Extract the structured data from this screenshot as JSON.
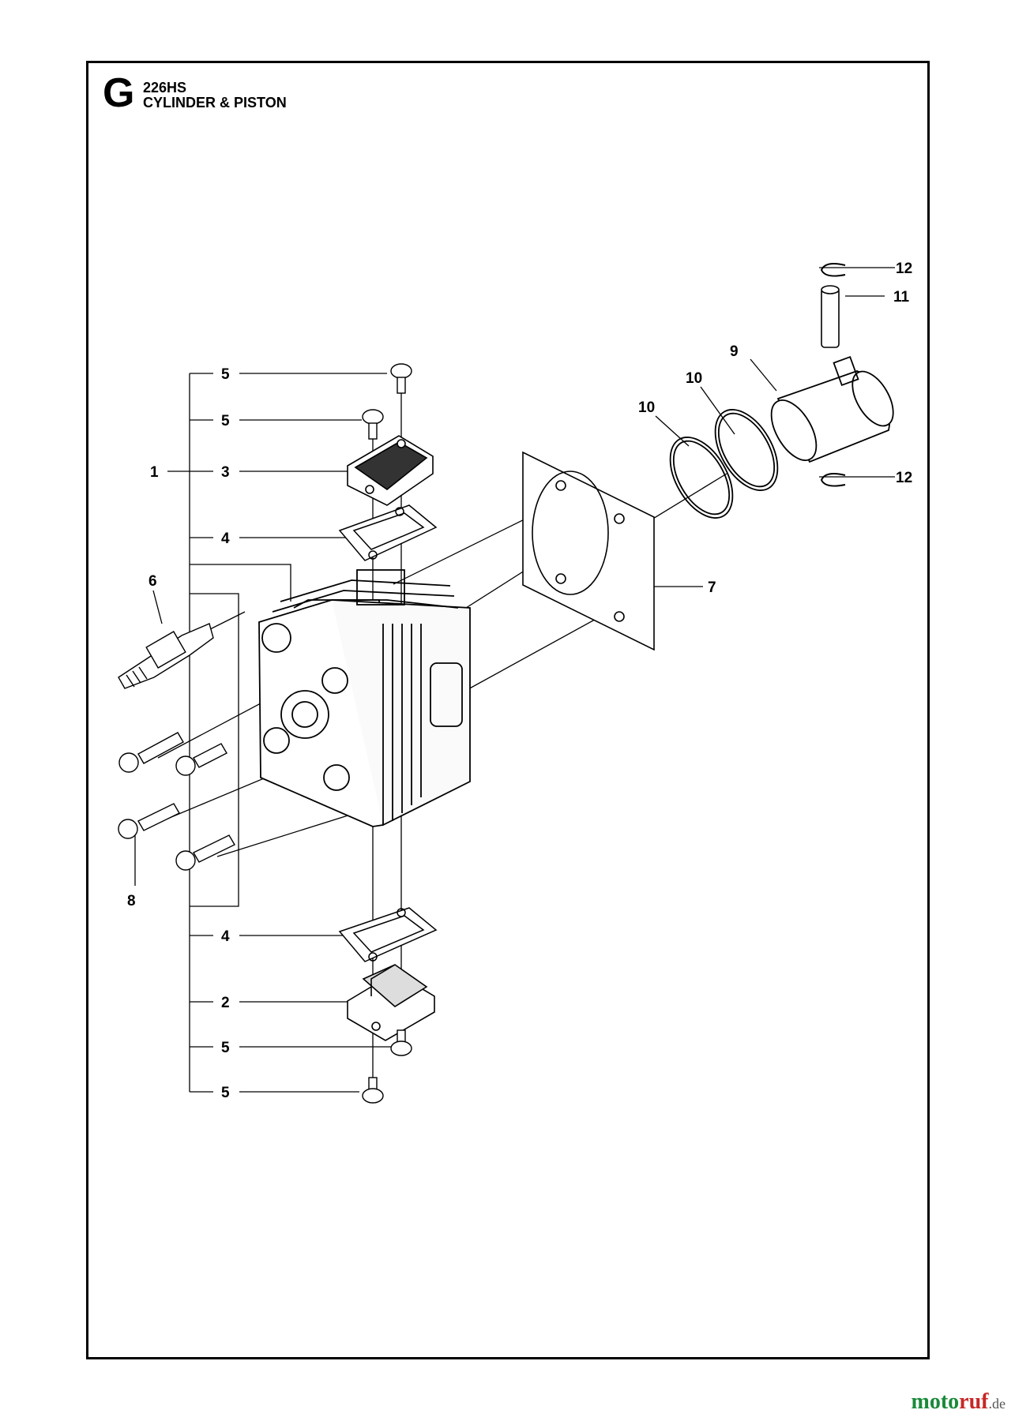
{
  "header": {
    "section_letter": "G",
    "model": "226HS",
    "section_title": "CYLINDER & PISTON"
  },
  "callouts": {
    "c1": "1",
    "c2": "2",
    "c3": "3",
    "c4a": "4",
    "c4b": "4",
    "c5a": "5",
    "c5b": "5",
    "c5c": "5",
    "c5d": "5",
    "c6": "6",
    "c7": "7",
    "c8": "8",
    "c9": "9",
    "c10a": "10",
    "c10b": "10",
    "c11": "11",
    "c12a": "12",
    "c12b": "12"
  },
  "watermark": {
    "part_a": "moto",
    "part_b": "ruf",
    "part_c": ".de"
  }
}
